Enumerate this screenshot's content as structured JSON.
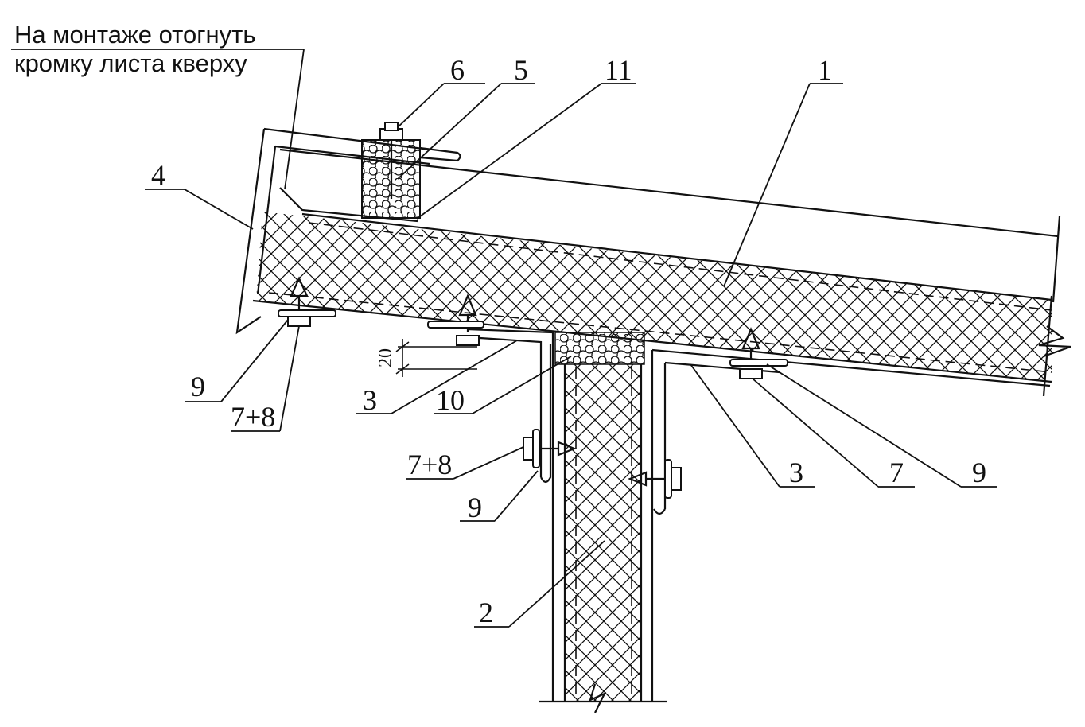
{
  "note": {
    "line1": "На монтаже отогнуть",
    "line2": "кромку листа кверху"
  },
  "dimension": {
    "value": "20"
  },
  "callouts": {
    "c1": "1",
    "c2": "2",
    "c3_left": "3",
    "c3_right": "3",
    "c4": "4",
    "c5": "5",
    "c6": "6",
    "c7": "7",
    "c78_left": "7+8",
    "c78_mid": "7+8",
    "c9_left": "9",
    "c9_mid": "9",
    "c9_right": "9",
    "c10": "10",
    "c11": "11"
  }
}
